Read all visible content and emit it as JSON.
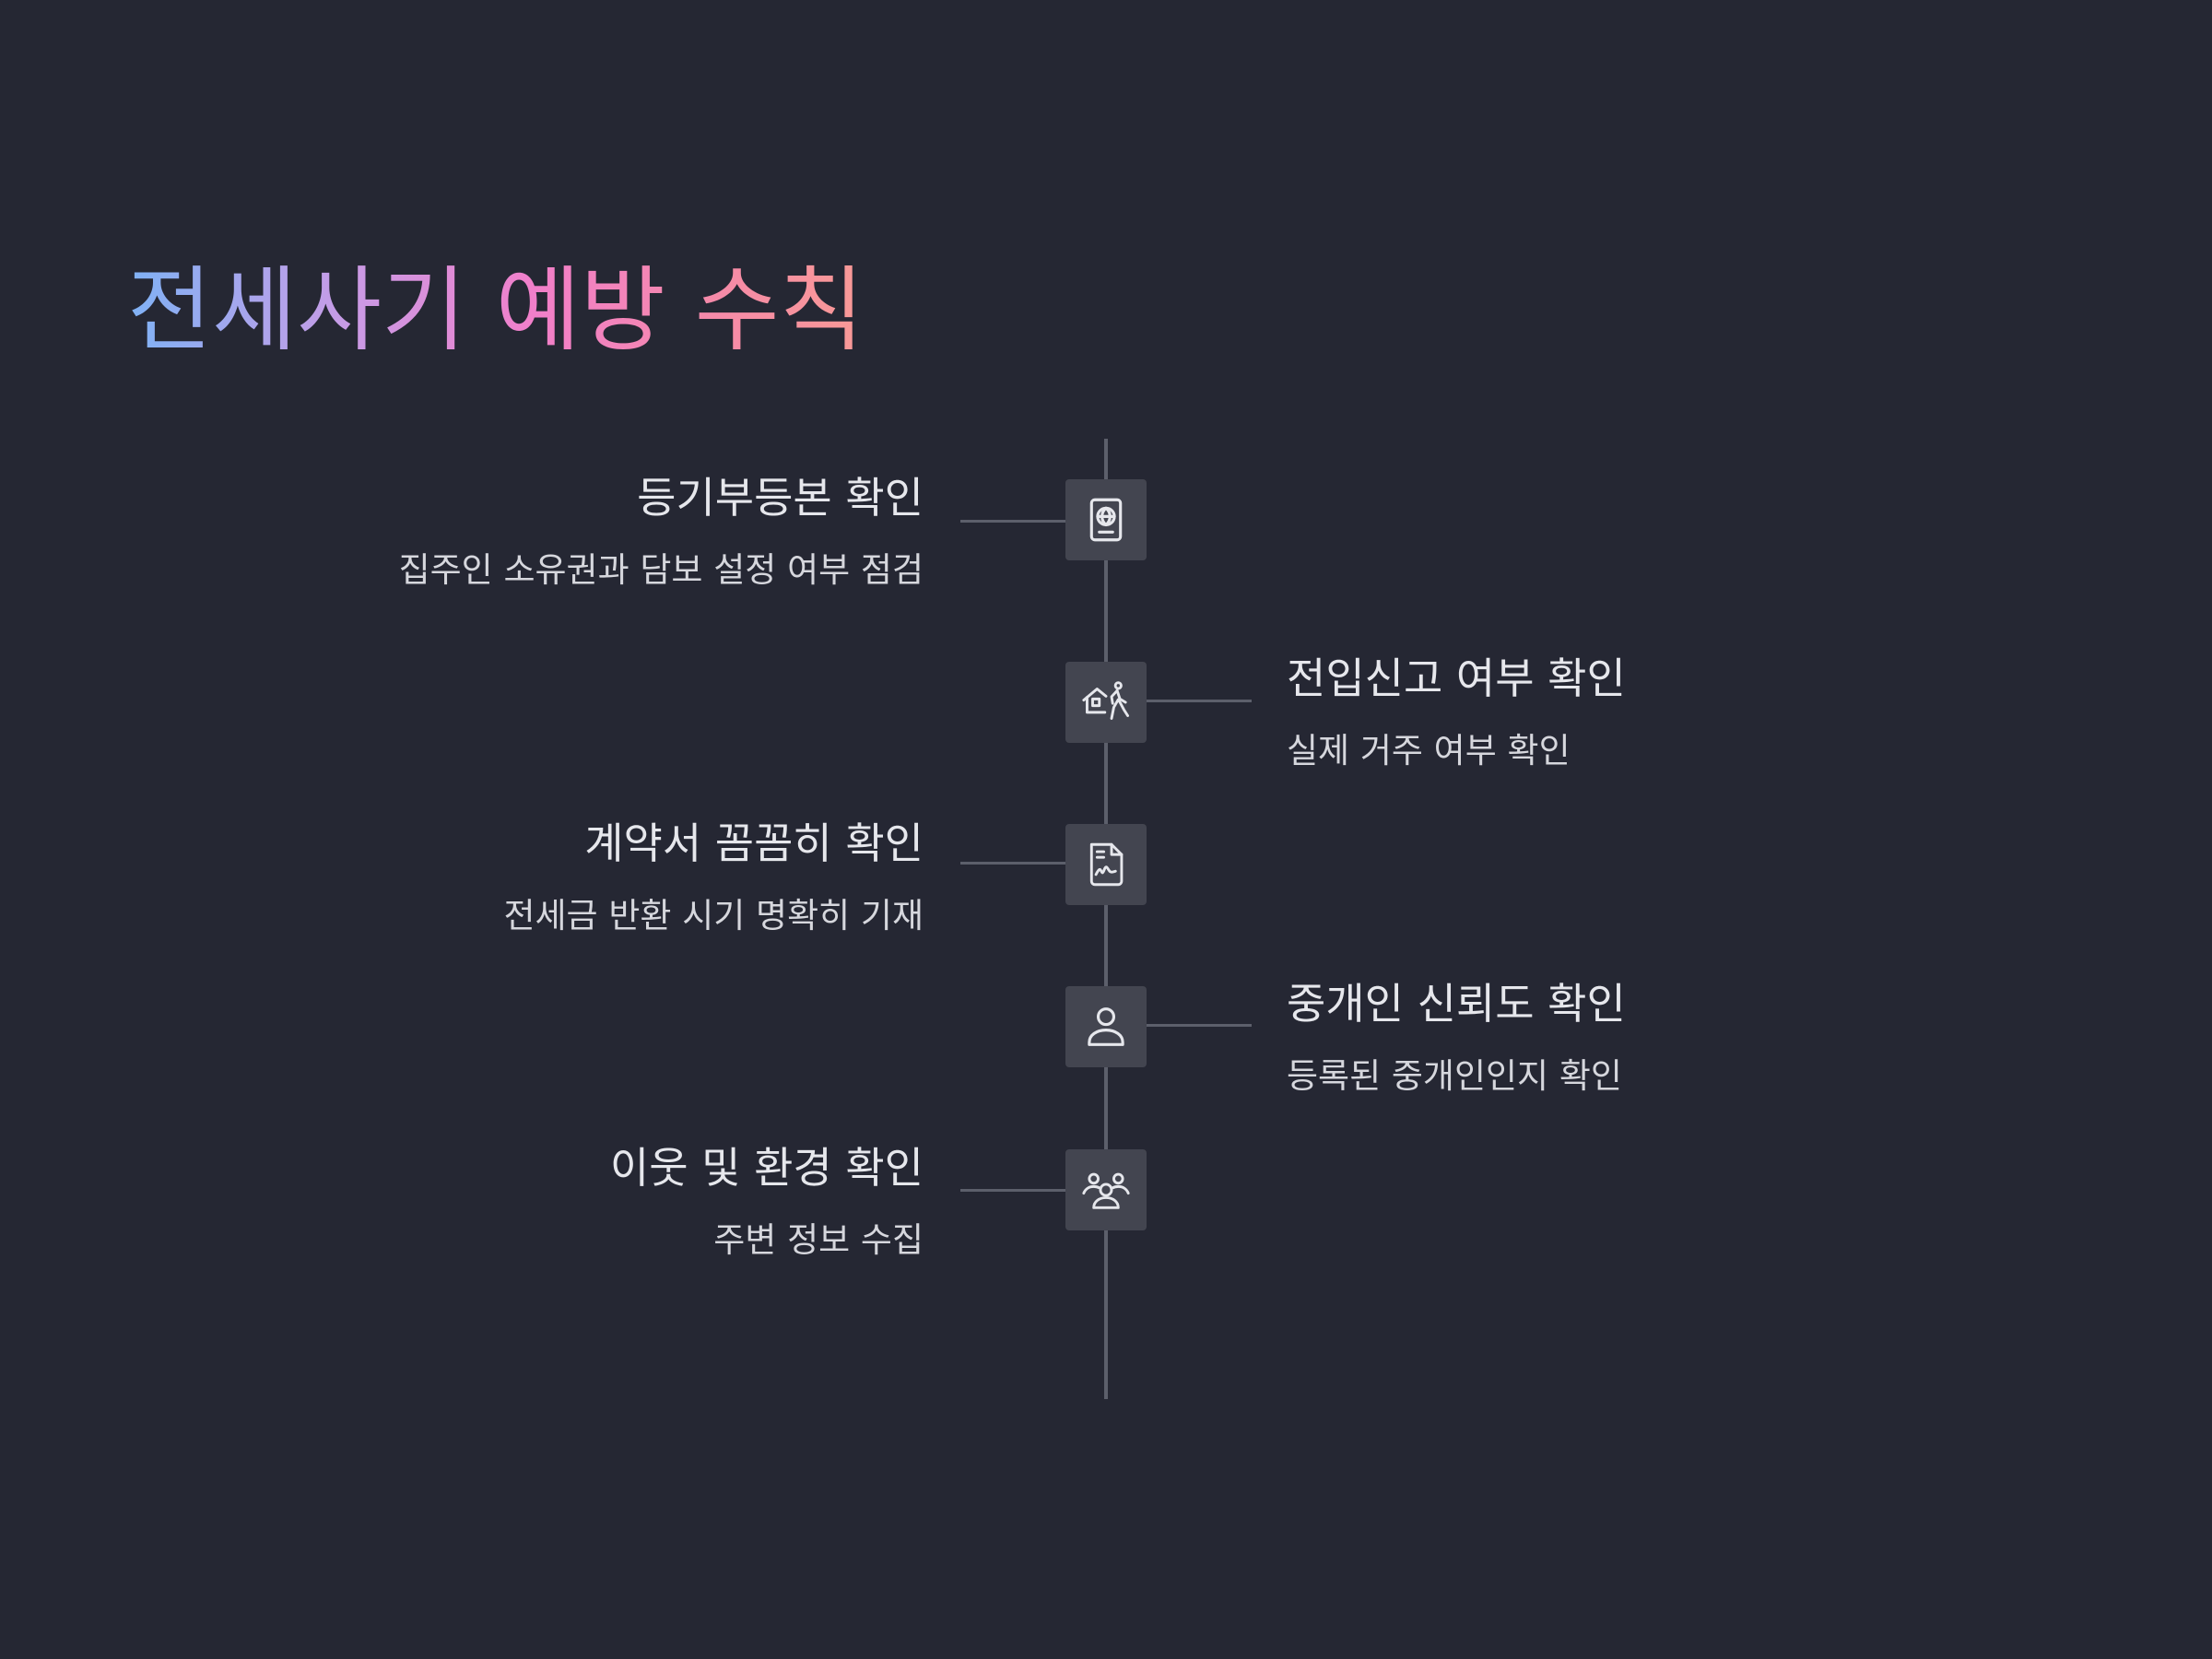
{
  "title": "전세사기 예방 수칙",
  "colors": {
    "background": "#252733",
    "node": "#434550",
    "line": "#5c5f6b",
    "text": "#e6e7ec",
    "title_gradient": [
      "#7fb2f5",
      "#c99be6",
      "#f17fca",
      "#f58aa8",
      "#f99a96"
    ]
  },
  "steps": [
    {
      "heading": "등기부등본 확인",
      "description": "집주인 소유권과 담보 설정 여부 점검",
      "side": "left",
      "icon": "passport-globe-icon"
    },
    {
      "heading": "전입신고 여부 확인",
      "description": "실제 거주 여부 확인",
      "side": "right",
      "icon": "house-walking-person-icon"
    },
    {
      "heading": "계약서 꼼꼼히 확인",
      "description": "전세금 반환 시기 명확히 기재",
      "side": "left",
      "icon": "signed-document-icon"
    },
    {
      "heading": "중개인 신뢰도 확인",
      "description": "등록된 중개인인지 확인",
      "side": "right",
      "icon": "person-icon"
    },
    {
      "heading": "이웃 및 환경 확인",
      "description": "주변 정보 수집",
      "side": "left",
      "icon": "people-group-icon"
    }
  ]
}
